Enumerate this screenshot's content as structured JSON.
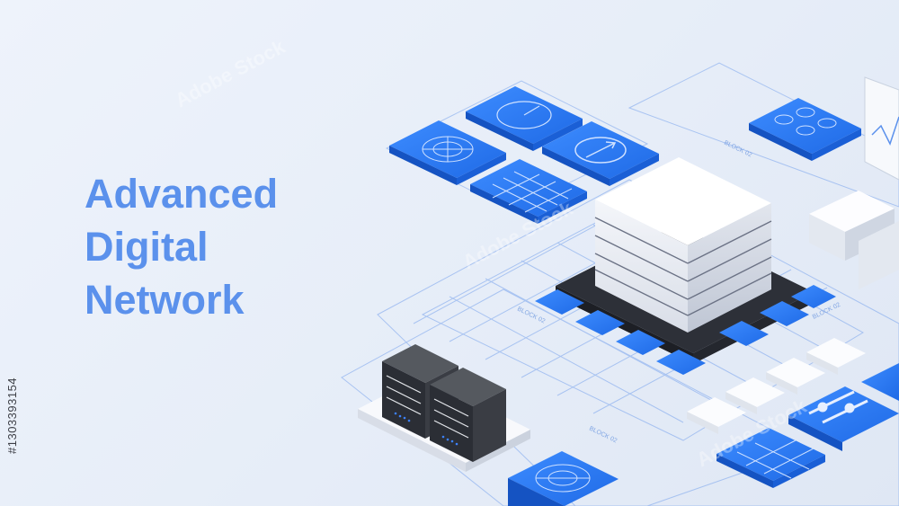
{
  "headline": {
    "line1": "Advanced",
    "line2": "Digital",
    "line3": "Network"
  },
  "watermark": {
    "text": "Adobe Stock",
    "id": "#1303393154"
  },
  "blueprint_label": "BLOCK 02",
  "colors": {
    "accent_blue": "#2f7af0",
    "tile_dark_blue": "#1d5fd6",
    "headline": "#5b91ec",
    "server_dark": "#2b2e35",
    "background": "#e8eef8"
  },
  "icons": [
    "speedometer-icon",
    "target-circle-icon",
    "arrow-up-right-icon",
    "grid-nodes-icon",
    "circles-grid-icon",
    "slider-toggles-icon",
    "chart-line-icon"
  ]
}
